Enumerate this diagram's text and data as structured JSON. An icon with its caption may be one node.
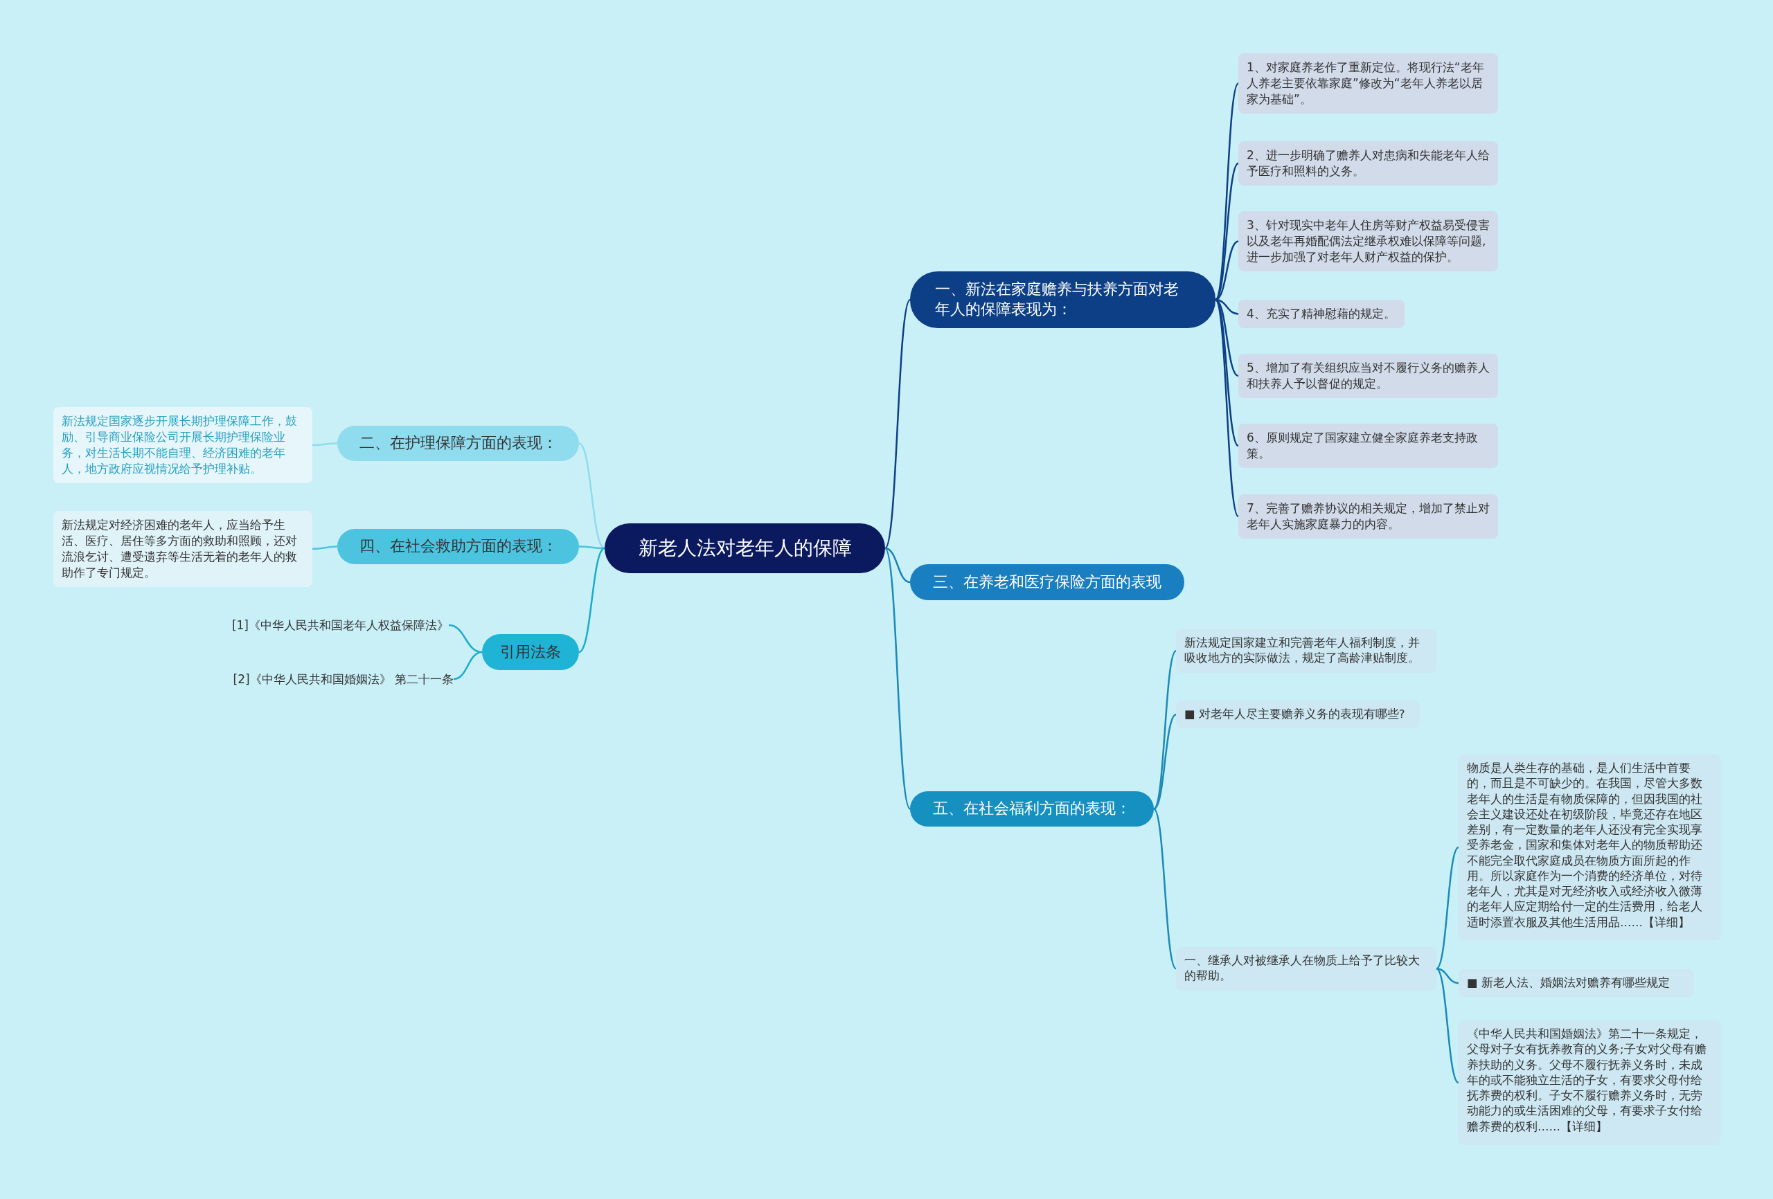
{
  "diagram": {
    "nodes": [
      {
        "text": [
          "新老人法对老年人的保障"
        ]
      },
      {
        "text": [
          "一、新法在家庭赡养与扶养方面对老年人的保障表现为："
        ]
      },
      {
        "text": [
          "1、对家庭养老作了重新定位。将现行法“老年人养老主要依靠家庭”修改为“老年人养老以居家为基础”。"
        ]
      },
      {
        "text": [
          "2、进一步明确了赡养人对患病和失能老年人给予医疗和照料的义务。"
        ]
      },
      {
        "text": [
          "3、针对现实中老年人住房等财产权益易受侵害以及老年再婚配偶法定继承权难以保障等问题,进一步加强了对老年人财产权益的保护。"
        ]
      },
      {
        "text": [
          "4、充实了精神慰藉的规定。"
        ]
      },
      {
        "text": [
          "5、增加了有关组织应当对不履行义务的赡养人和扶养人予以督促的规定。"
        ]
      },
      {
        "text": [
          "6、原则规定了国家建立健全家庭养老支持政策。"
        ]
      },
      {
        "text": [
          "7、完善了赡养协议的相关规定，增加了禁止对老年人实施家庭暴力的内容。"
        ]
      },
      {
        "text": [
          "二、在护理保障方面的表现："
        ]
      },
      {
        "text": [
          "新法规定国家逐步开展长期护理保障工作，鼓励、引导商业保险公司开展长期护理保险业务，对生活长期不能自理、经济困难的老年人，地方政府应视情况给予护理补贴。"
        ]
      },
      {
        "text": [
          "四、在社会救助方面的表现："
        ]
      },
      {
        "text": [
          "新法规定对经济困难的老年人，应当给予生活、医疗、居住等多方面的救助和照顾，还对流浪乞讨、遭受遗弃等生活无着的老年人的救助作了专门规定。"
        ]
      },
      {
        "text": [
          "引用法条"
        ]
      },
      {
        "text": [
          "[1]《中华人民共和国老年人权益保障法》"
        ]
      },
      {
        "text": [
          "[2]《中华人民共和国婚姻法》 第二十一条"
        ]
      },
      {
        "text": [
          "三、在养老和医疗保险方面的表现"
        ]
      },
      {
        "text": [
          "五、在社会福利方面的表现："
        ]
      },
      {
        "text": [
          "新法规定国家建立和完善老年人福利制度，并吸收地方的实际做法，规定了高龄津贴制度。"
        ]
      },
      {
        "text": [
          "■ 对老年人尽主要赡养义务的表现有哪些?"
        ]
      },
      {
        "text": [
          "一、继承人对被继承人在物质上给予了比较大的帮助。"
        ]
      },
      {
        "text": [
          "物质是人类生存的基础，是人们生活中首要的，而且是不可缺少的。在我国，尽管大多数老年人的生活是有物质保障的，但因我国的社会主义建设还处在初级阶段，毕竟还存在地区差别，有一定数量的老年人还没有完全实现享受养老金，国家和集体对老年人的物质帮助还不能完全取代家庭成员在物质方面所起的作用。所以家庭作为一个消费的经济单位，对待老年人，尤其是对无经济收入或经济收入微薄的老年人应定期给付一定的生活费用，给老人适时添置衣服及其他生活用品……【详细】"
        ]
      },
      {
        "text": [
          "■ 新老人法、婚姻法对赡养有哪些规定"
        ]
      },
      {
        "text": [
          "《中华人民共和国婚姻法》第二十一条规定，父母对子女有抚养教育的义务;子女对父母有赡养扶助的义务。父母不履行抚养义务时，未成年的或不能独立生活的子女，有要求父母付给抚养费的权利。子女不履行赡养义务时，无劳动能力的或生活困难的父母，有要求子女付给赡养费的权利……【详细】"
        ]
      }
    ],
    "edges": [
      {
        "from": 0,
        "to": 1,
        "arrow": "none",
        "color": "#0d3f86"
      },
      {
        "from": 1,
        "to": 2,
        "arrow": "none",
        "color": "#0d3f86"
      },
      {
        "from": 1,
        "to": 3,
        "arrow": "none",
        "color": "#0d3f86"
      },
      {
        "from": 1,
        "to": 4,
        "arrow": "none",
        "color": "#0d3f86"
      },
      {
        "from": 1,
        "to": 5,
        "arrow": "none",
        "color": "#0d3f86"
      },
      {
        "from": 1,
        "to": 6,
        "arrow": "none",
        "color": "#0d3f86"
      },
      {
        "from": 1,
        "to": 7,
        "arrow": "none",
        "color": "#0d3f86"
      },
      {
        "from": 1,
        "to": 8,
        "arrow": "none",
        "color": "#0d3f86"
      },
      {
        "from": 0,
        "to": 9,
        "arrow": "none",
        "color": "#8fdcee"
      },
      {
        "from": 9,
        "to": 10,
        "arrow": "none",
        "color": "#8fdcee"
      },
      {
        "from": 0,
        "to": 11,
        "arrow": "none",
        "color": "#4cc4e0"
      },
      {
        "from": 11,
        "to": 12,
        "arrow": "none",
        "color": "#4cc4e0"
      },
      {
        "from": 0,
        "to": 13,
        "arrow": "none",
        "color": "#1aaccc"
      },
      {
        "from": 13,
        "to": 14,
        "arrow": "none",
        "color": "#1aaccc"
      },
      {
        "from": 13,
        "to": 15,
        "arrow": "none",
        "color": "#1aaccc"
      },
      {
        "from": 0,
        "to": 16,
        "arrow": "none",
        "color": "#1a7fb8"
      },
      {
        "from": 0,
        "to": 17,
        "arrow": "none",
        "color": "#1a8ab8"
      },
      {
        "from": 17,
        "to": 18,
        "arrow": "none",
        "color": "#1a8ab8"
      },
      {
        "from": 17,
        "to": 19,
        "arrow": "none",
        "color": "#1a8ab8"
      },
      {
        "from": 17,
        "to": 20,
        "arrow": "none",
        "color": "#1a8ab8"
      },
      {
        "from": 20,
        "to": 21,
        "arrow": "none",
        "color": "#1a8ab8"
      },
      {
        "from": 20,
        "to": 22,
        "arrow": "none",
        "color": "#1a8ab8"
      },
      {
        "from": 20,
        "to": 23,
        "arrow": "none",
        "color": "#1a8ab8"
      }
    ]
  }
}
